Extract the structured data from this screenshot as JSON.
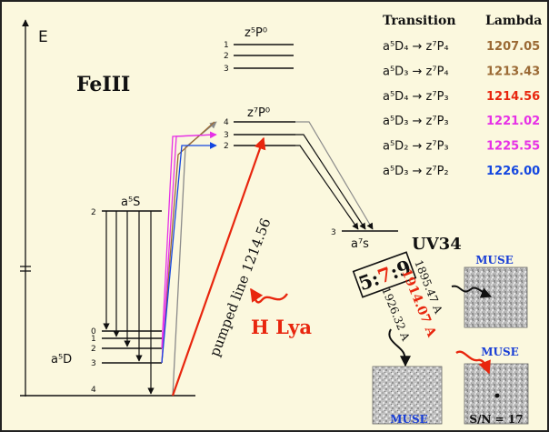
{
  "energy_axis_label": "E",
  "ion_label": "FeIII",
  "levels": {
    "z5p0": {
      "label": "z⁵P⁰",
      "j": [
        "1",
        "2",
        "3"
      ]
    },
    "z7p0": {
      "label": "z⁷P⁰",
      "j": [
        "4",
        "3",
        "2"
      ]
    },
    "a5s": {
      "label": "a⁵S",
      "j": [
        "2"
      ]
    },
    "a5d": {
      "label": "a⁵D",
      "j": [
        "0",
        "1",
        "2",
        "3",
        "4"
      ]
    },
    "a7s": {
      "label": "a⁷s",
      "j": [
        "3"
      ]
    }
  },
  "table": {
    "header_transition": "Transition",
    "header_lambda": "Lambda",
    "rows": [
      {
        "transition": "a⁵D₄ → z⁷P₄",
        "lambda": "1207.05",
        "color": "#9b6a35"
      },
      {
        "transition": "a⁵D₃ → z⁷P₄",
        "lambda": "1213.43",
        "color": "#9b6a35"
      },
      {
        "transition": "a⁵D₄ → z⁷P₃",
        "lambda": "1214.56",
        "color": "#e8260e"
      },
      {
        "transition": "a⁵D₃ → z⁷P₃",
        "lambda": "1221.02",
        "color": "#e630e6"
      },
      {
        "transition": "a⁵D₂ → z⁷P₃",
        "lambda": "1225.55",
        "color": "#e630e6"
      },
      {
        "transition": "a⁵D₃ → z⁷P₂",
        "lambda": "1226.00",
        "color": "#1346e0"
      }
    ]
  },
  "pumped_line_label": "pumped line 1214.56",
  "hlya_label": "H Lya",
  "uv34_label": "UV34",
  "ratio": {
    "a": "5",
    "sep1": ":",
    "b": "7",
    "sep2": ":",
    "c": "9"
  },
  "uv34_lines": {
    "line1": "1895.47 A",
    "line2": "1914.07 A",
    "line3": "1926.32 A"
  },
  "muse_top": "MUSE",
  "muse_mid": "MUSE",
  "muse_bottom_left": "MUSE",
  "snr_label": "S/N = 17",
  "colors": {
    "background": "#fbf8de",
    "red": "#e8260e",
    "magenta": "#e630e6",
    "blue": "#1346e0",
    "brown": "#9b6a35",
    "gray": "#8a8a8a",
    "muse_blue": "#1a3fd6"
  }
}
